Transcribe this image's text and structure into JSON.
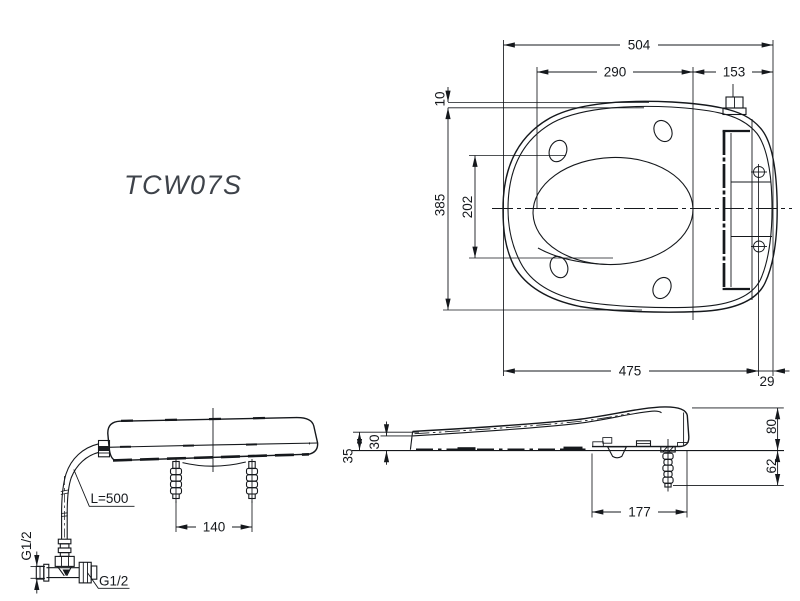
{
  "model_label": "TCW07S",
  "dims": {
    "top": {
      "overall_length": "504",
      "seat_hole_span": "290",
      "tank_span": "153",
      "lid_gap": "10",
      "overall_width": "385",
      "bowl_width": "202",
      "mount_length": "475",
      "edge_offset": "29"
    },
    "rear": {
      "bolt_spacing": "140",
      "hose_length": "L=500",
      "thread_inlet": "G1/2",
      "thread_supply": "G1/2"
    },
    "side": {
      "front_height_total": "35",
      "front_height_seat": "30",
      "rear_height": "80",
      "bolt_length": "62",
      "unit_depth": "177"
    }
  }
}
